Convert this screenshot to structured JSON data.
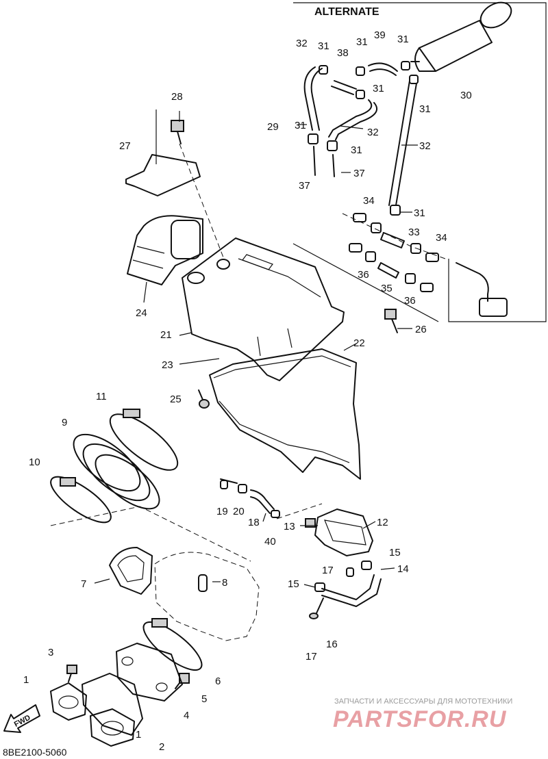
{
  "header": {
    "alternate_label": "ALTERNATE"
  },
  "footer": {
    "code": "8BE2100-5060",
    "fwd_label": "FWD",
    "watermark_caption": "ЗАПЧАСТИ И АКСЕССУАРЫ ДЛЯ МОТОТЕХНИКИ",
    "watermark_logo": "PARTSFOR.RU"
  },
  "colors": {
    "line": "#111111",
    "watermark_red": "#e8a0a4",
    "caption_gray": "#9a9a9a"
  },
  "callouts": [
    {
      "id": "c-1a",
      "text": "1"
    },
    {
      "id": "c-1b",
      "text": "1"
    },
    {
      "id": "c-2",
      "text": "2"
    },
    {
      "id": "c-3",
      "text": "3"
    },
    {
      "id": "c-4",
      "text": "4"
    },
    {
      "id": "c-5",
      "text": "5"
    },
    {
      "id": "c-6",
      "text": "6"
    },
    {
      "id": "c-7",
      "text": "7"
    },
    {
      "id": "c-8",
      "text": "8"
    },
    {
      "id": "c-9",
      "text": "9"
    },
    {
      "id": "c-10",
      "text": "10"
    },
    {
      "id": "c-11",
      "text": "11"
    },
    {
      "id": "c-12",
      "text": "12"
    },
    {
      "id": "c-13",
      "text": "13"
    },
    {
      "id": "c-14",
      "text": "14"
    },
    {
      "id": "c-15a",
      "text": "15"
    },
    {
      "id": "c-15b",
      "text": "15"
    },
    {
      "id": "c-16",
      "text": "16"
    },
    {
      "id": "c-17a",
      "text": "17"
    },
    {
      "id": "c-17b",
      "text": "17"
    },
    {
      "id": "c-18",
      "text": "18"
    },
    {
      "id": "c-19",
      "text": "19"
    },
    {
      "id": "c-20",
      "text": "20"
    },
    {
      "id": "c-21",
      "text": "21"
    },
    {
      "id": "c-22",
      "text": "22"
    },
    {
      "id": "c-23",
      "text": "23"
    },
    {
      "id": "c-24",
      "text": "24"
    },
    {
      "id": "c-25",
      "text": "25"
    },
    {
      "id": "c-26",
      "text": "26"
    },
    {
      "id": "c-27",
      "text": "27"
    },
    {
      "id": "c-28",
      "text": "28"
    },
    {
      "id": "c-29",
      "text": "29"
    },
    {
      "id": "c-30",
      "text": "30"
    },
    {
      "id": "c-31a",
      "text": "31"
    },
    {
      "id": "c-31b",
      "text": "31"
    },
    {
      "id": "c-31c",
      "text": "31"
    },
    {
      "id": "c-31d",
      "text": "31"
    },
    {
      "id": "c-31e",
      "text": "31"
    },
    {
      "id": "c-31f",
      "text": "31"
    },
    {
      "id": "c-31g",
      "text": "31"
    },
    {
      "id": "c-31h",
      "text": "31"
    },
    {
      "id": "c-32a",
      "text": "32"
    },
    {
      "id": "c-32b",
      "text": "32"
    },
    {
      "id": "c-32c",
      "text": "32"
    },
    {
      "id": "c-33",
      "text": "33"
    },
    {
      "id": "c-34a",
      "text": "34"
    },
    {
      "id": "c-34b",
      "text": "34"
    },
    {
      "id": "c-35",
      "text": "35"
    },
    {
      "id": "c-36a",
      "text": "36"
    },
    {
      "id": "c-36b",
      "text": "36"
    },
    {
      "id": "c-37a",
      "text": "37"
    },
    {
      "id": "c-37b",
      "text": "37"
    },
    {
      "id": "c-38",
      "text": "38"
    },
    {
      "id": "c-39",
      "text": "39"
    },
    {
      "id": "c-40",
      "text": "40"
    }
  ]
}
